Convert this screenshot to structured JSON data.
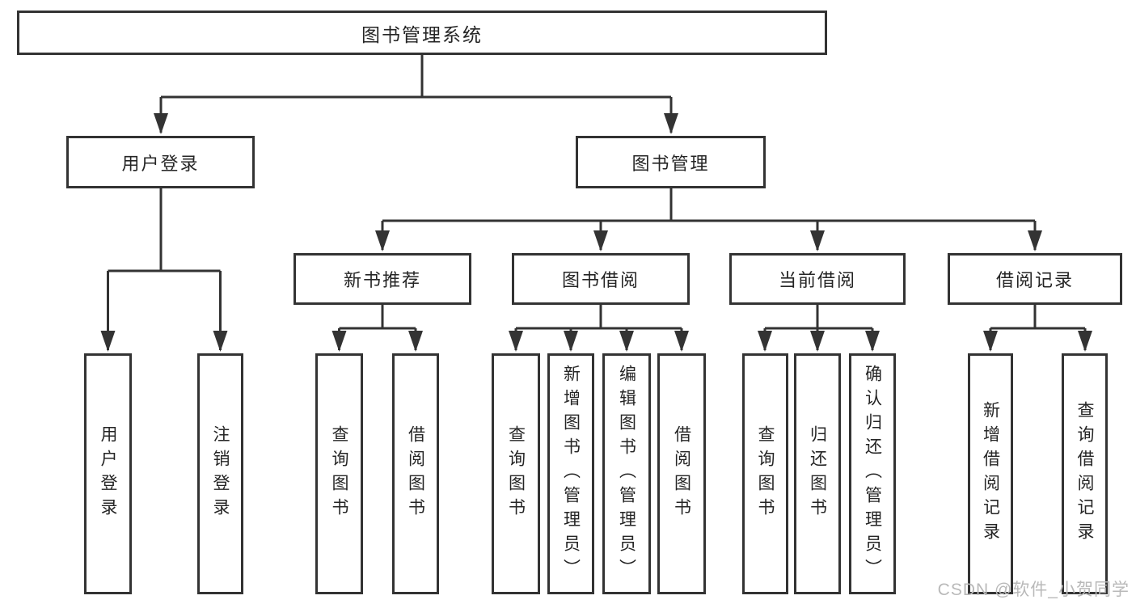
{
  "title": {
    "label": "图书管理系统"
  },
  "level1": {
    "user_login": {
      "label": "用户登录"
    },
    "book_mgmt": {
      "label": "图书管理"
    }
  },
  "level2": {
    "user_login_children": [
      {
        "label": "用户登录"
      },
      {
        "label": "注销登录"
      }
    ],
    "book_mgmt_children": [
      {
        "label": "新书推荐"
      },
      {
        "label": "图书借阅"
      },
      {
        "label": "当前借阅"
      },
      {
        "label": "借阅记录"
      }
    ]
  },
  "level3": {
    "new_books": [
      {
        "label": "查询图书"
      },
      {
        "label": "借阅图书"
      }
    ],
    "book_borrow": [
      {
        "label": "查询图书"
      },
      {
        "label": "新增图书（管理员）"
      },
      {
        "label": "编辑图书（管理员）"
      },
      {
        "label": "借阅图书"
      }
    ],
    "current_borrow": [
      {
        "label": "查询图书"
      },
      {
        "label": "归还图书"
      },
      {
        "label": "确认归还（管理员）"
      }
    ],
    "borrow_records": [
      {
        "label": "新增借阅记录"
      },
      {
        "label": "查询借阅记录"
      }
    ]
  },
  "watermark": {
    "text": "CSDN @软件_小贺同学"
  },
  "colors": {
    "line": "#333333",
    "box_border": "#333333",
    "text": "#252525",
    "watermark": "#b9b9b9",
    "background": "#ffffff"
  }
}
